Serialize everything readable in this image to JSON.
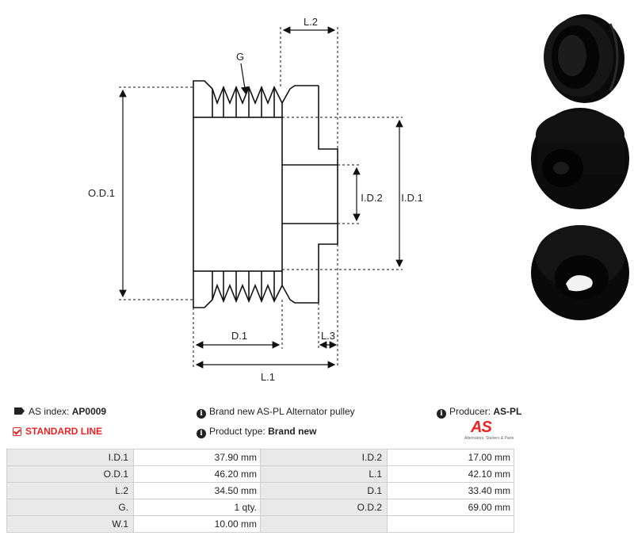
{
  "diagram": {
    "labels": {
      "g": "G",
      "l2": "L.2",
      "od1": "O.D.1",
      "id2": "I.D.2",
      "id1": "I.D.1",
      "d1": "D.1",
      "l3": "L.3",
      "l1": "L.1"
    }
  },
  "photos": [
    "pulley-front-photo",
    "pulley-angle-photo",
    "pulley-back-photo"
  ],
  "info": {
    "as_index_label": "AS index:",
    "as_index_value": "AP0009",
    "standard_line": "STANDARD LINE",
    "description": "Brand new AS-PL Alternator pulley",
    "product_type_label": "Product type:",
    "product_type_value": "Brand new",
    "producer_label": "Producer:",
    "producer_value": "AS-PL"
  },
  "logo": {
    "mark": "AS",
    "subtitle": "Alternators, Starters & Parts"
  },
  "colors": {
    "accent": "#e22222",
    "label_bg": "#e9e9e9",
    "border": "#cfcfcf"
  },
  "params": [
    [
      "I.D.1",
      "37.90 mm",
      "I.D.2",
      "17.00 mm"
    ],
    [
      "O.D.1",
      "46.20 mm",
      "L.1",
      "42.10 mm"
    ],
    [
      "L.2",
      "34.50 mm",
      "D.1",
      "33.40 mm"
    ],
    [
      "G.",
      "1 qty.",
      "O.D.2",
      "69.00 mm"
    ],
    [
      "W.1",
      "10.00 mm",
      "",
      ""
    ]
  ]
}
